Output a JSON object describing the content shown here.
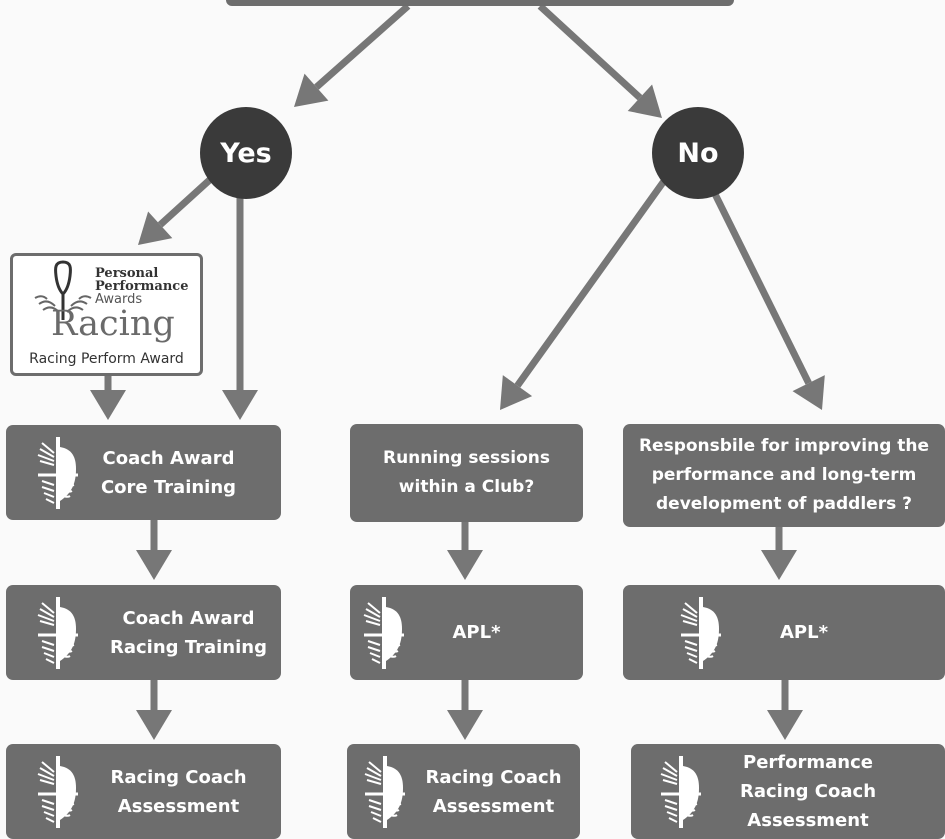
{
  "decisions": {
    "yes": "Yes",
    "no": "No"
  },
  "award_card": {
    "line1": "Personal",
    "line2": "Performance",
    "line3": "Awards",
    "big": "Racing",
    "subtitle": "Racing Perform Award"
  },
  "left_column": {
    "core": "Coach Award\nCore Training",
    "racing_training": "Coach Award\nRacing Training",
    "assessment": "Racing Coach\nAssessment"
  },
  "middle_column": {
    "question": "Running sessions\nwithin a Club?",
    "apl": "APL*",
    "assessment": "Racing Coach\nAssessment"
  },
  "right_column": {
    "question": "Responsbile for improving the\nperformance and long-term\ndevelopment of paddlers ?",
    "apl": "APL*",
    "assessment": "Performance\nRacing Coach\nAssessment"
  },
  "colors": {
    "box": "#6d6d6d",
    "circle": "#3a3a3a",
    "arrow": "#777777",
    "background": "#fafafa"
  },
  "icons": {
    "box_logo": "paddle-cross-logo",
    "award_logo": "paddle-laurel-logo"
  }
}
